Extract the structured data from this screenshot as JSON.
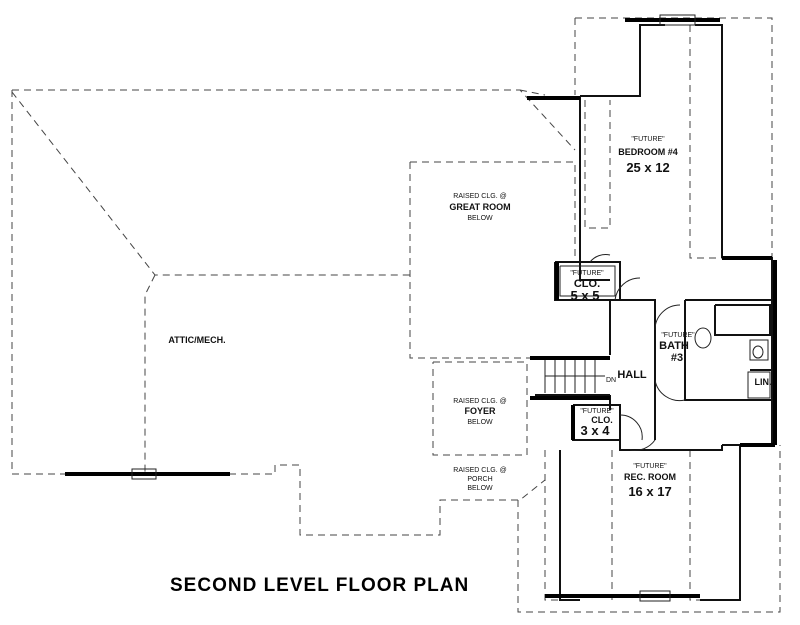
{
  "title": "SECOND LEVEL FLOOR PLAN",
  "rooms": {
    "bedroom4": {
      "status": "\"FUTURE\"",
      "name": "BEDROOM #4",
      "size": "25 x 12"
    },
    "great_room": {
      "note": "RAISED CLG. @",
      "name": "GREAT ROOM",
      "below": "BELOW"
    },
    "clo_upper": {
      "status": "\"FUTURE\"",
      "name": "CLO.",
      "size": "5 x 5"
    },
    "attic": {
      "name": "ATTIC/MECH."
    },
    "bath3": {
      "status": "\"FUTURE\"",
      "name": "BATH",
      "number": "#3"
    },
    "hall": {
      "name": "HALL"
    },
    "stair": {
      "dir": "DN"
    },
    "foyer": {
      "note": "RAISED CLG. @",
      "name": "FOYER",
      "below": "BELOW"
    },
    "clo_lower": {
      "status": "\"FUTURE\"",
      "name": "CLO.",
      "size": "3 x 4"
    },
    "porch": {
      "note": "RAISED CLG. @",
      "name": "PORCH",
      "below": "BELOW"
    },
    "rec_room": {
      "status": "\"FUTURE\"",
      "name": "REC. ROOM",
      "size": "16 x 17"
    },
    "linen": {
      "name": "LIN."
    }
  },
  "colors": {
    "line": "#111111",
    "background": "#ffffff"
  }
}
